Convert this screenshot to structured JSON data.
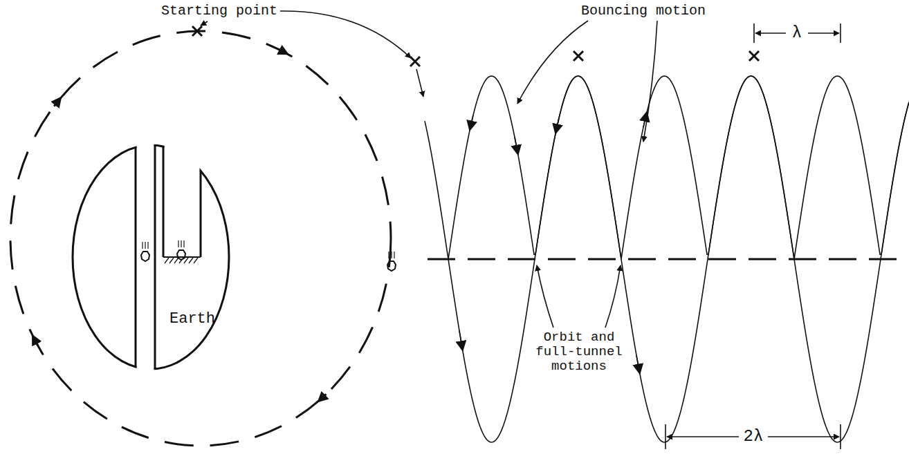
{
  "diagram": {
    "nodes": [
      {
        "text": [
          "Earth"
        ]
      }
    ],
    "labels": [
      "Starting point",
      "Bouncing motion",
      "λ",
      "Orbit and full-tunnel motions",
      "2λ"
    ]
  }
}
